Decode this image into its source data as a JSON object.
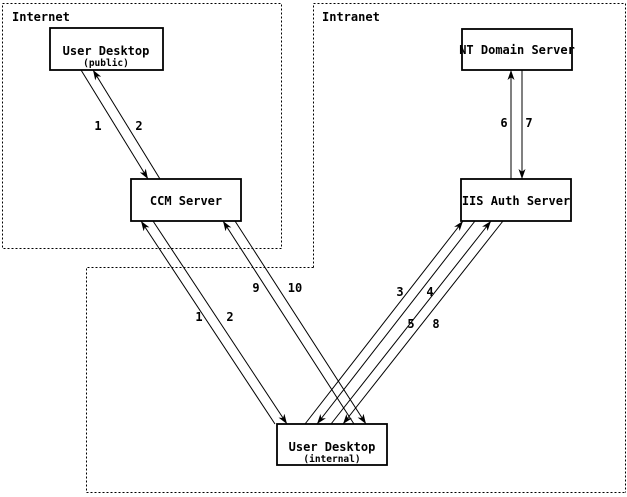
{
  "page": {
    "background": "#ffffff",
    "ink": "#000000"
  },
  "zones": {
    "internet": {
      "label": "Internet"
    },
    "intranet": {
      "label": "Intranet"
    }
  },
  "nodes": {
    "user_desktop_public": {
      "title": "User Desktop",
      "subtitle": "(public)"
    },
    "nt_domain_server": {
      "title": "NT Domain Server"
    },
    "ccm_server": {
      "title": "CCM Server"
    },
    "iis_auth_server": {
      "title": "IIS Auth Server"
    },
    "user_desktop_internal": {
      "title": "User Desktop",
      "subtitle": "(internal)"
    }
  },
  "edge_labels": {
    "public_step1": "1",
    "public_step2": "2",
    "internal_step1": "1",
    "internal_step2": "2",
    "step3": "3",
    "step4": "4",
    "step5": "5",
    "step6": "6",
    "step7": "7",
    "step8": "8",
    "step9": "9",
    "step10": "10"
  }
}
